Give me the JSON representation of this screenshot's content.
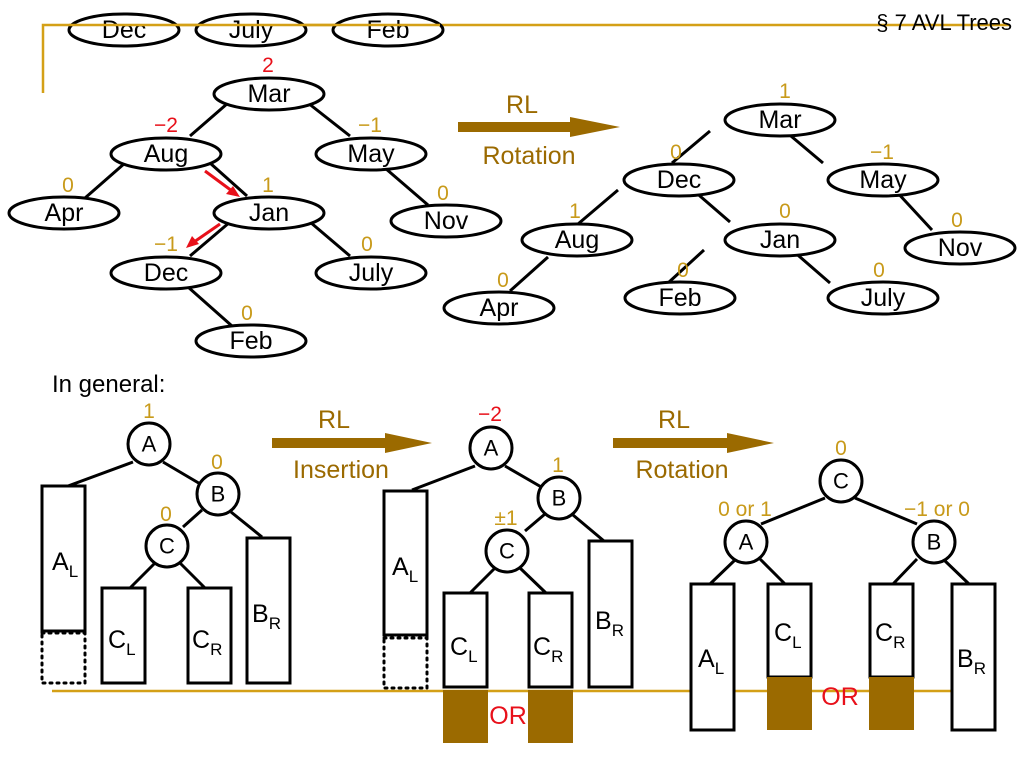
{
  "slide": {
    "title": "§ 7  AVL Trees",
    "in_general_label": "In general:"
  },
  "colors": {
    "accent_gold": "#c89a1a",
    "arrow_brown": "#9b6a00",
    "imbalance_red": "#e8101a",
    "rule_line": "#d4a017"
  },
  "insert_sequence": [
    "Dec",
    "July",
    "Feb"
  ],
  "before_tree": {
    "nodes": [
      {
        "id": "mar",
        "label": "Mar",
        "bf": "2",
        "bf_color": "red"
      },
      {
        "id": "aug",
        "label": "Aug",
        "bf": "−2",
        "bf_color": "red"
      },
      {
        "id": "may",
        "label": "May",
        "bf": "−1",
        "bf_color": "gold"
      },
      {
        "id": "apr",
        "label": "Apr",
        "bf": "0",
        "bf_color": "gold"
      },
      {
        "id": "jan",
        "label": "Jan",
        "bf": "1",
        "bf_color": "gold"
      },
      {
        "id": "nov",
        "label": "Nov",
        "bf": "0",
        "bf_color": "gold"
      },
      {
        "id": "dec",
        "label": "Dec",
        "bf": "−1",
        "bf_color": "gold"
      },
      {
        "id": "july",
        "label": "July",
        "bf": "0",
        "bf_color": "gold"
      },
      {
        "id": "feb",
        "label": "Feb",
        "bf": "0",
        "bf_color": "gold"
      }
    ]
  },
  "top_arrow": {
    "label_top": "RL",
    "label_bottom": "Rotation"
  },
  "after_tree": {
    "nodes": [
      {
        "id": "mar",
        "label": "Mar",
        "bf": "1"
      },
      {
        "id": "dec",
        "label": "Dec",
        "bf": "0"
      },
      {
        "id": "may",
        "label": "May",
        "bf": "−1"
      },
      {
        "id": "aug",
        "label": "Aug",
        "bf": "1"
      },
      {
        "id": "jan",
        "label": "Jan",
        "bf": "0"
      },
      {
        "id": "nov",
        "label": "Nov",
        "bf": "0"
      },
      {
        "id": "apr",
        "label": "Apr",
        "bf": "0"
      },
      {
        "id": "feb",
        "label": "Feb",
        "bf": "0"
      },
      {
        "id": "july",
        "label": "July",
        "bf": "0"
      }
    ]
  },
  "general": {
    "arrow1": {
      "label_top": "RL",
      "label_bottom": "Insertion"
    },
    "arrow2": {
      "label_top": "RL",
      "label_bottom": "Rotation"
    },
    "stage1": {
      "a": {
        "label": "A",
        "bf": "1"
      },
      "b": {
        "label": "B",
        "bf": "0"
      },
      "c": {
        "label": "C",
        "bf": "0"
      }
    },
    "stage2": {
      "a": {
        "label": "A",
        "bf": "−2"
      },
      "b": {
        "label": "B",
        "bf": "1"
      },
      "c": {
        "label": "C",
        "bf": "±1"
      }
    },
    "stage3": {
      "c": {
        "label": "C",
        "bf": "0"
      },
      "a": {
        "label": "A",
        "bf": "0 or 1"
      },
      "b": {
        "label": "B",
        "bf": "−1 or 0"
      }
    },
    "subtrees": {
      "al": {
        "main": "A",
        "sub": "L"
      },
      "cl": {
        "main": "C",
        "sub": "L"
      },
      "cr": {
        "main": "C",
        "sub": "R"
      },
      "br": {
        "main": "B",
        "sub": "R"
      }
    },
    "or_label": "OR"
  }
}
